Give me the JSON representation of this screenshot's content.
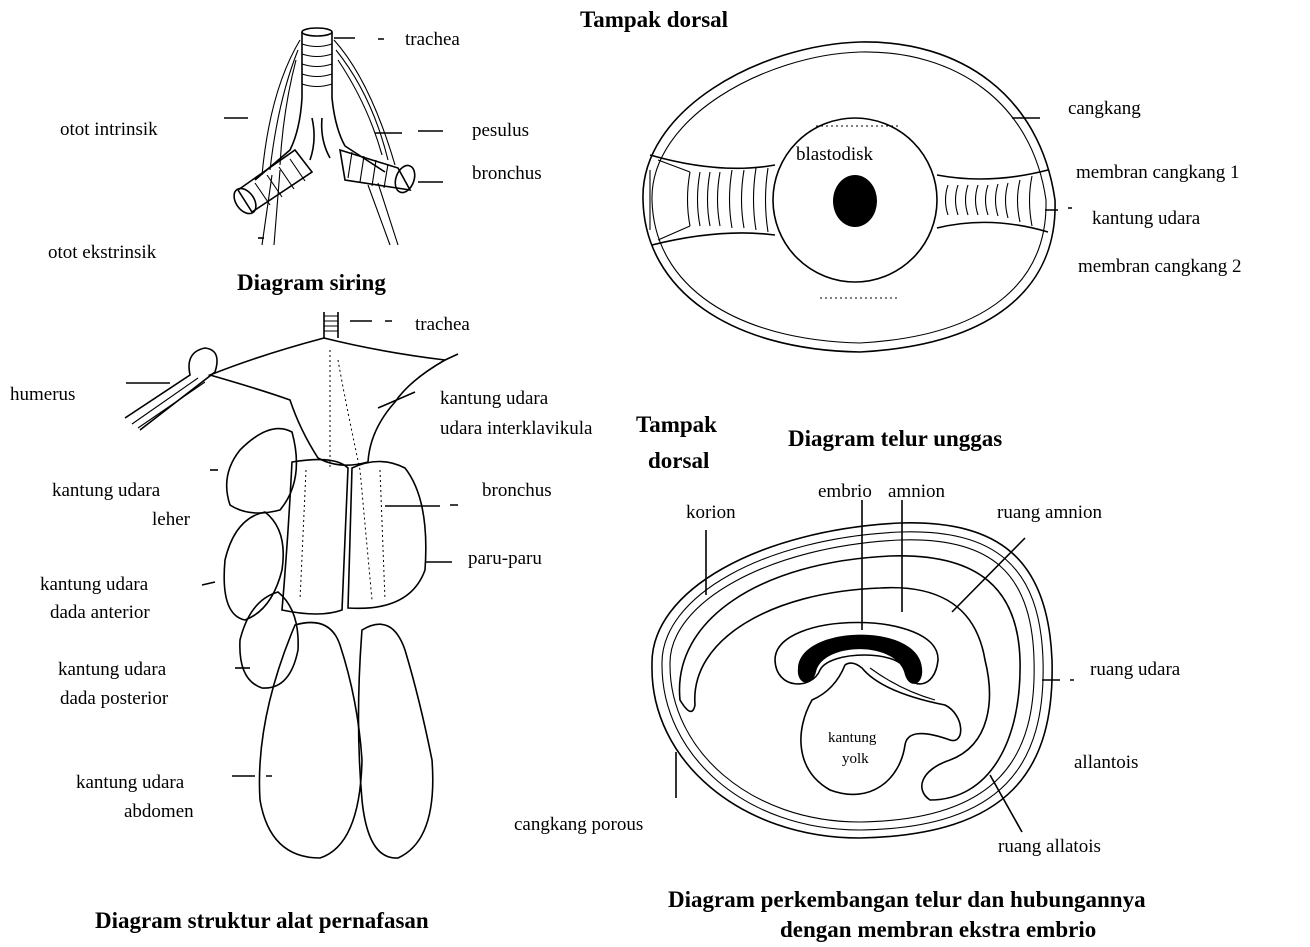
{
  "syrinx": {
    "title": "Diagram siring",
    "labels": {
      "trachea": "trachea",
      "otot_intrinsik": "otot intrinsik",
      "pesulus": "pesulus",
      "bronchus": "bronchus",
      "otot_ekstrinsik": "otot ekstrinsik"
    }
  },
  "egg": {
    "top_title": "Tampak dorsal",
    "caption": "Diagram telur unggas",
    "labels": {
      "cangkang": "cangkang",
      "blastodisk": "blastodisk",
      "membran_cangkang_1": "membran cangkang 1",
      "kantung_udara": "kantung udara",
      "membran_cangkang_2": "membran cangkang 2"
    }
  },
  "respiratory": {
    "title": "Diagram struktur alat pernafasan",
    "labels": {
      "trachea": "trachea",
      "humerus": "humerus",
      "interklavikula_1": "kantung udara",
      "interklavikula_2": "udara interklavikula",
      "bronchus": "bronchus",
      "leher_1": "kantung udara",
      "leher_2": "leher",
      "paru": "paru-paru",
      "dada_anterior_1": "kantung udara",
      "dada_anterior_2": "dada anterior",
      "dada_posterior_1": "kantung udara",
      "dada_posterior_2": "dada posterior",
      "abdomen_1": "kantung udara",
      "abdomen_2": "abdomen"
    }
  },
  "development": {
    "side_title_1": "Tampak",
    "side_title_2": "dorsal",
    "caption_1": "Diagram perkembangan telur dan hubungannya",
    "caption_2": "dengan membran ekstra embrio",
    "labels": {
      "embrio": "embrio",
      "amnion": "amnion",
      "korion": "korion",
      "ruang_amnion": "ruang amnion",
      "ruang_udara": "ruang udara",
      "kantung_yolk_1": "kantung",
      "kantung_yolk_2": "yolk",
      "allantois": "allantois",
      "cangkang_porous": "cangkang porous",
      "ruang_allatois": "ruang allatois"
    }
  }
}
